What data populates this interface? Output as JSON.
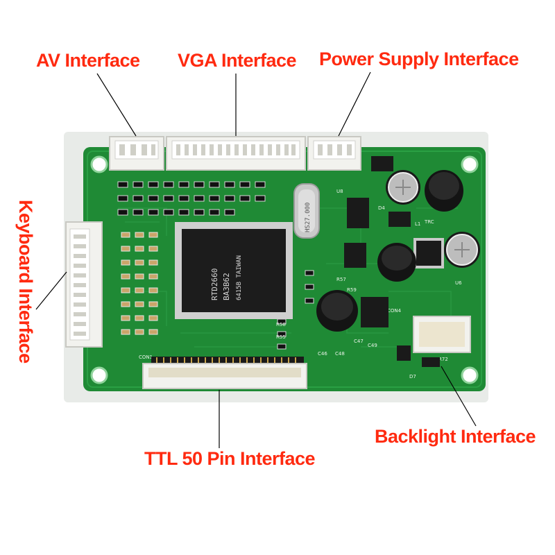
{
  "labels": {
    "av": "AV Interface",
    "vga": "VGA Interface",
    "power": "Power Supply Interface",
    "keyboard": "Keyboard Interface",
    "ttl": "TTL 50 Pin Interface",
    "backlight": "Backlight Interface"
  },
  "chip_text": {
    "line1": "RTD2660",
    "line2": "BA3B62",
    "line3": "6415B TAIWAN",
    "crystal": "HS27.000"
  },
  "colors": {
    "label": "#ff2a10",
    "pcb": "#1f8a35",
    "pcb_dark": "#156b27",
    "connector": "#f2f2ee",
    "chip": "#1c1c1c"
  }
}
